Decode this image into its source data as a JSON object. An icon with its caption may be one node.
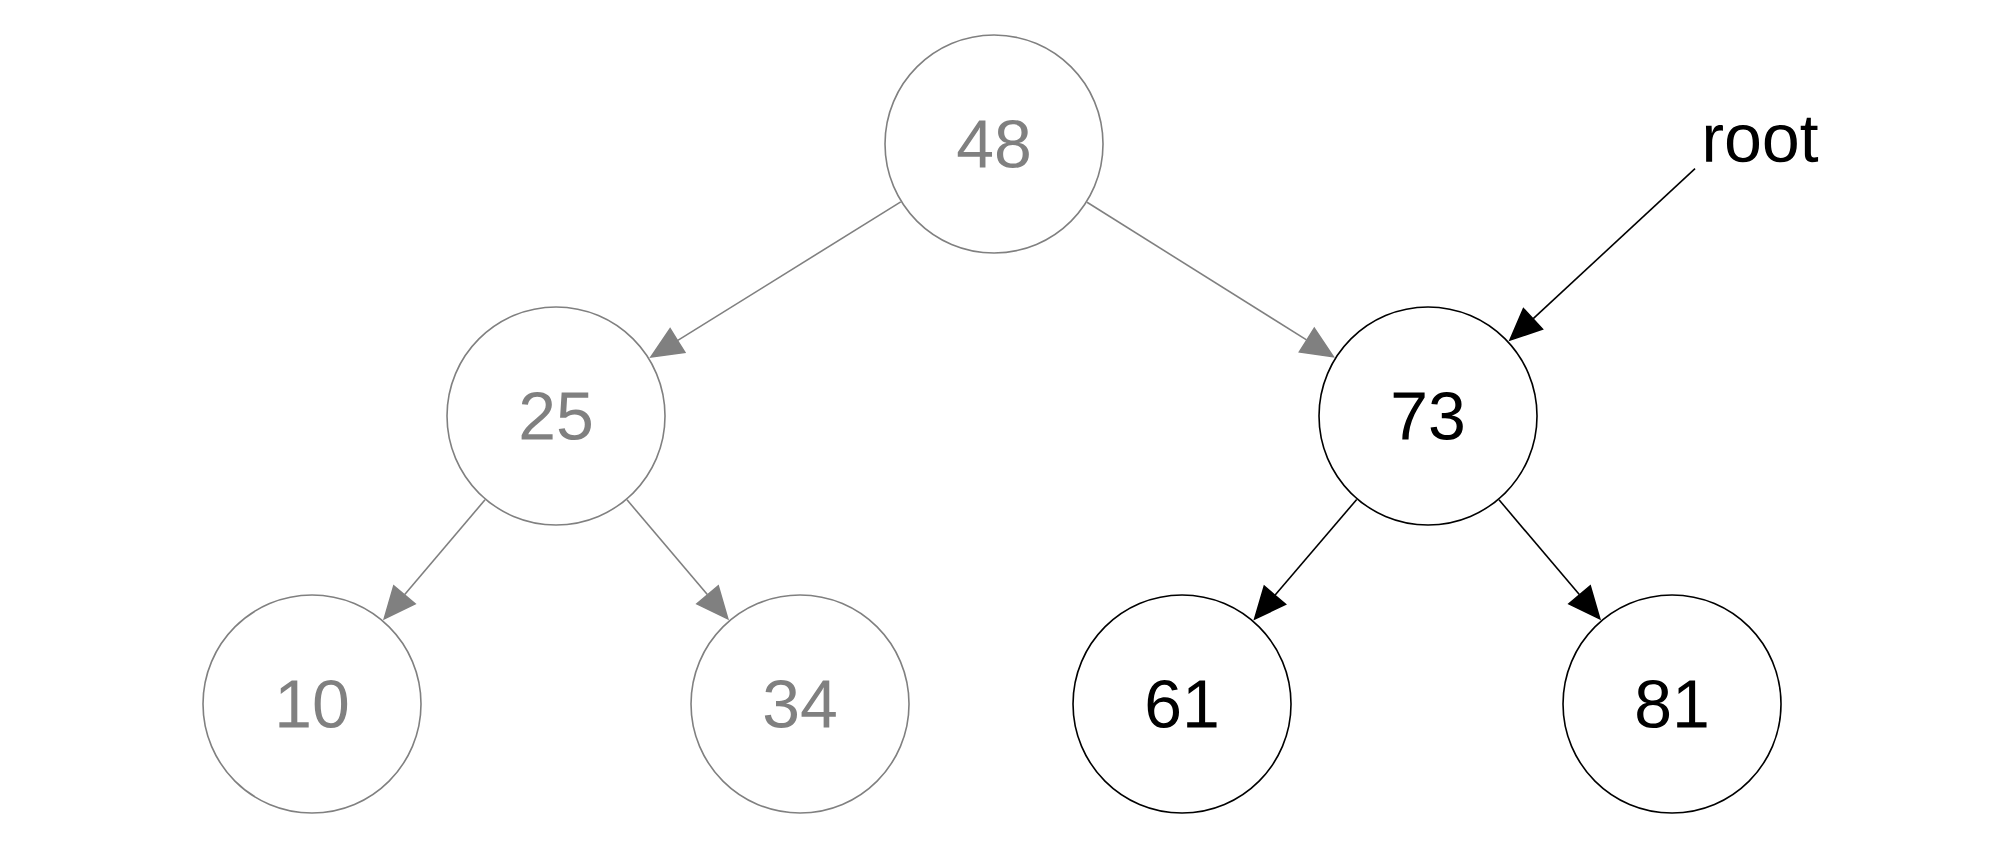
{
  "diagram": {
    "nodes": [
      {
        "text": [
          "48"
        ]
      },
      {
        "text": [
          "25"
        ]
      },
      {
        "text": [
          "73"
        ]
      },
      {
        "text": [
          "10"
        ]
      },
      {
        "text": [
          "34"
        ]
      },
      {
        "text": [
          "61"
        ]
      },
      {
        "text": [
          "81"
        ]
      },
      {
        "text": [
          "root"
        ]
      }
    ],
    "edges": [
      {
        "from": 0,
        "to": 1,
        "arrow": "to"
      },
      {
        "from": 0,
        "to": 2,
        "arrow": "to"
      },
      {
        "from": 1,
        "to": 3,
        "arrow": "to"
      },
      {
        "from": 1,
        "to": 4,
        "arrow": "to"
      },
      {
        "from": 2,
        "to": 5,
        "arrow": "to",
        "color": "#000000"
      },
      {
        "from": 2,
        "to": 6,
        "arrow": "to",
        "color": "#000000"
      },
      {
        "from": 7,
        "to": 2,
        "arrow": "to",
        "color": "#000000"
      }
    ]
  }
}
